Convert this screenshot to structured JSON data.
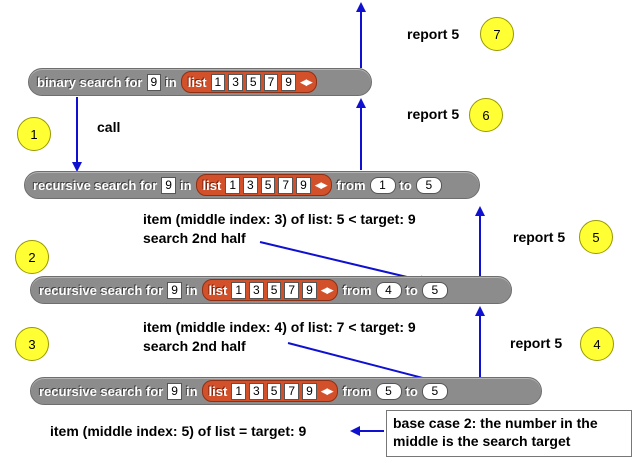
{
  "list_values": [
    "1",
    "3",
    "5",
    "7",
    "9"
  ],
  "blocks": {
    "binary": {
      "label": "binary search for",
      "target": "9",
      "in_label": "in",
      "list_label": "list"
    },
    "rec1": {
      "label": "recursive search for",
      "target": "9",
      "in_label": "in",
      "list_label": "list",
      "from_label": "from",
      "from": "1",
      "to_label": "to",
      "to": "5"
    },
    "rec2": {
      "label": "recursive search for",
      "target": "9",
      "in_label": "in",
      "list_label": "list",
      "from_label": "from",
      "from": "4",
      "to_label": "to",
      "to": "5"
    },
    "rec3": {
      "label": "recursive search for",
      "target": "9",
      "in_label": "in",
      "list_label": "list",
      "from_label": "from",
      "from": "5",
      "to_label": "to",
      "to": "5"
    }
  },
  "steps": [
    "1",
    "2",
    "3",
    "4",
    "5",
    "6",
    "7"
  ],
  "labels": {
    "call": "call",
    "report": "report 5",
    "note1_line1": "item (middle index: 3) of list: 5 < target: 9",
    "note1_line2": "search 2nd half",
    "note2_line1": "item (middle index: 4) of list: 7 < target: 9",
    "note2_line2": "search 2nd half",
    "note3": "item (middle index: 5) of list = target: 9",
    "callout_line1": "base case 2: the number in the",
    "callout_line2": "middle is the search target"
  },
  "colors": {
    "block": "#8c8c8c",
    "list_block": "#d2512b",
    "step_circle": "#ffff33",
    "arrow": "#1010d0"
  }
}
